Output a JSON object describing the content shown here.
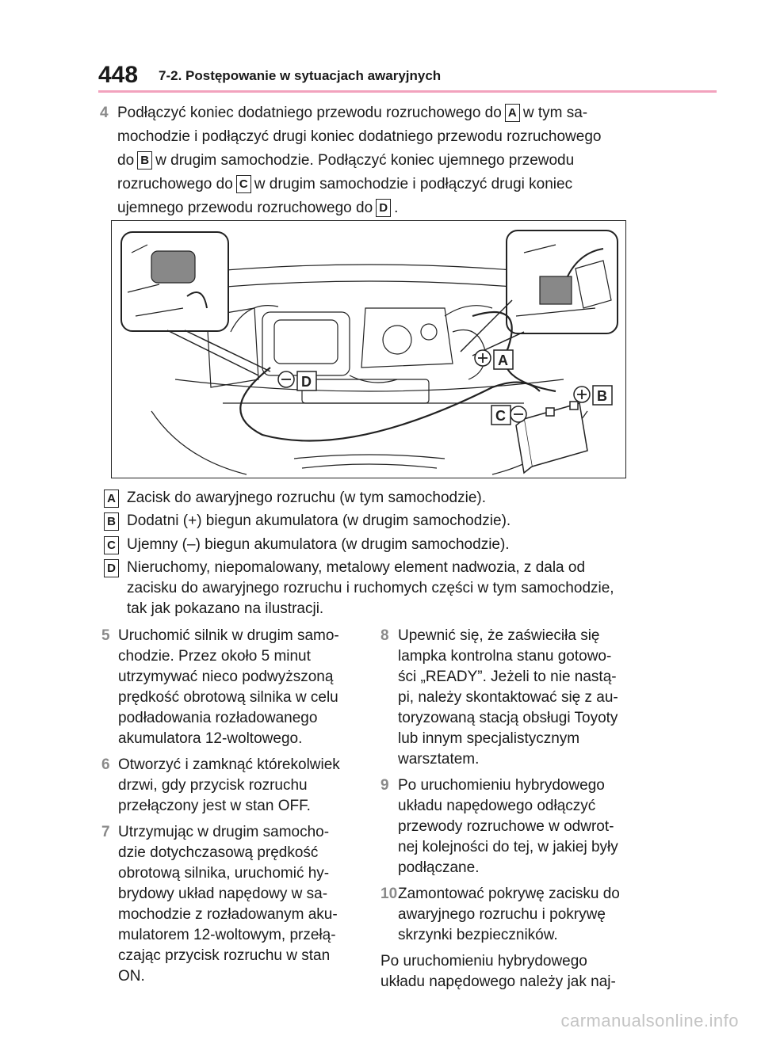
{
  "header": {
    "page_number": "448",
    "section_title": "7-2. Postępowanie w sytuacjach awaryjnych"
  },
  "step4": {
    "number": "4",
    "line1_a": "Podłączyć koniec dodatniego przewodu rozruchowego do",
    "line1_b": "w tym sa-",
    "line2": "mochodzie i podłączyć drugi koniec dodatniego przewodu rozruchowego",
    "line3_a": "do",
    "line3_b": "w drugim samochodzie. Podłączyć koniec ujemnego przewodu",
    "line4_a": "rozruchowego do",
    "line4_b": "w drugim samochodzie i podłączyć drugi koniec",
    "line5_a": "ujemnego przewodu rozruchowego do",
    "line5_b": "."
  },
  "keys": {
    "a": "A",
    "b": "B",
    "c": "C",
    "d": "D"
  },
  "figure": {
    "label_a": "A",
    "label_b": "B",
    "label_c": "C",
    "label_d": "D"
  },
  "legend": [
    {
      "key": "A",
      "text": "Zacisk do awaryjnego rozruchu (w tym samochodzie)."
    },
    {
      "key": "B",
      "text": "Dodatni (+) biegun akumulatora (w drugim samochodzie)."
    },
    {
      "key": "C",
      "text": "Ujemny (–) biegun akumulatora (w drugim samochodzie)."
    },
    {
      "key": "D",
      "line1": "Nieruchomy, niepomalowany, metalowy element nadwozia, z dala od",
      "line2": "zacisku do awaryjnego rozruchu i ruchomych części w tym samochodzie,",
      "line3": "tak jak pokazano na ilustracji."
    }
  ],
  "left_column": [
    {
      "number": "5",
      "lines": [
        "Uruchomić silnik w drugim samo-",
        "chodzie. Przez około 5 minut",
        "utrzymywać nieco podwyższoną",
        "prędkość obrotową silnika w celu",
        "podładowania rozładowanego",
        "akumulatora 12-woltowego."
      ]
    },
    {
      "number": "6",
      "lines": [
        "Otworzyć i zamknąć którekolwiek",
        "drzwi, gdy przycisk rozruchu",
        "przełączony jest w stan OFF."
      ]
    },
    {
      "number": "7",
      "lines": [
        "Utrzymując w drugim samocho-",
        "dzie dotychczasową prędkość",
        "obrotową silnika, uruchomić hy-",
        "brydowy układ napędowy w sa-",
        "mochodzie z rozładowanym aku-",
        "mulatorem 12-woltowym, przełą-",
        "czając przycisk rozruchu w stan",
        "ON."
      ]
    }
  ],
  "right_column": [
    {
      "number": "8",
      "lines": [
        "Upewnić się, że zaświeciła się",
        "lampka kontrolna stanu gotowo-",
        "ści „READY”. Jeżeli to nie nastą-",
        "pi, należy skontaktować się z au-",
        "toryzowaną stacją obsługi Toyoty",
        "lub innym specjalistycznym",
        "warsztatem."
      ]
    },
    {
      "number": "9",
      "lines": [
        "Po uruchomieniu hybrydowego",
        "układu napędowego odłączyć",
        "przewody rozruchowe w odwrot-",
        "nej kolejności do tej, w jakiej były",
        "podłączane."
      ]
    },
    {
      "number": "10",
      "lines": [
        "Zamontować pokrywę zacisku do",
        "awaryjnego rozruchu i pokrywę",
        "skrzynki bezpieczników."
      ]
    },
    {
      "number": "",
      "lines": [
        "Po uruchomieniu hybrydowego",
        "układu napędowego należy jak naj-"
      ]
    }
  ],
  "watermark": "carmanualsonline.info"
}
